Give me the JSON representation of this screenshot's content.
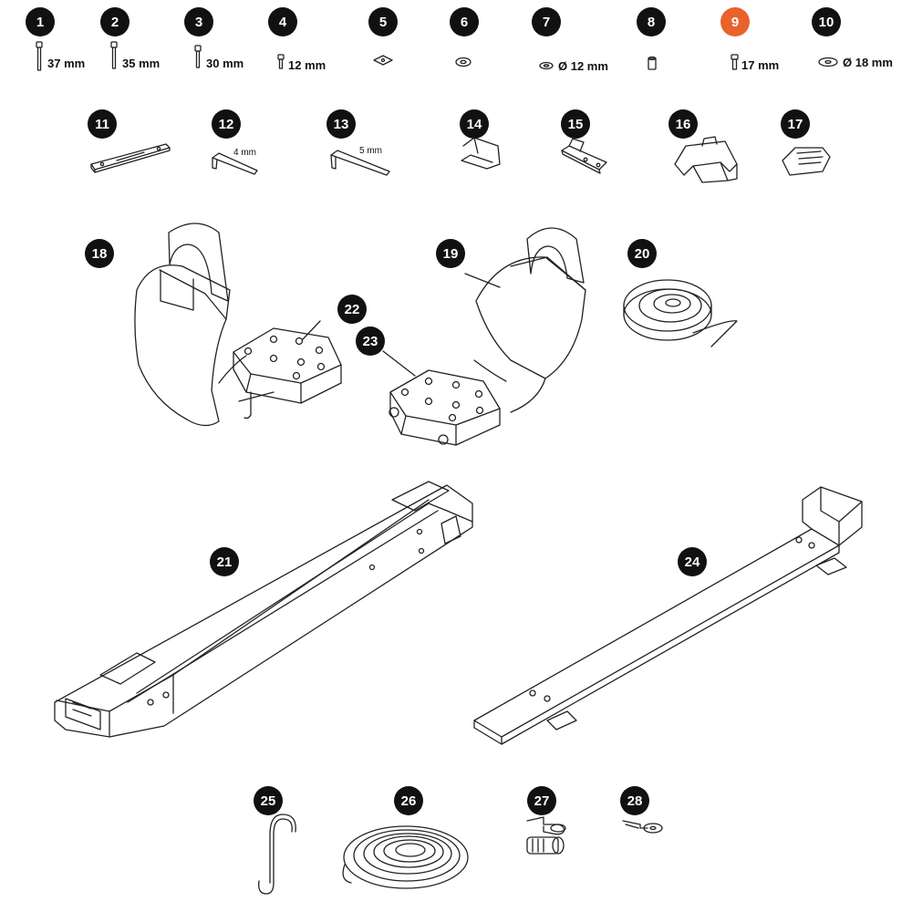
{
  "badges": [
    {
      "id": "1"
    },
    {
      "id": "2"
    },
    {
      "id": "3"
    },
    {
      "id": "4"
    },
    {
      "id": "5"
    },
    {
      "id": "6"
    },
    {
      "id": "7"
    },
    {
      "id": "8"
    },
    {
      "id": "9"
    },
    {
      "id": "10"
    },
    {
      "id": "11"
    },
    {
      "id": "12"
    },
    {
      "id": "13"
    },
    {
      "id": "14"
    },
    {
      "id": "15"
    },
    {
      "id": "16"
    },
    {
      "id": "17"
    },
    {
      "id": "18"
    },
    {
      "id": "19"
    },
    {
      "id": "20"
    },
    {
      "id": "21"
    },
    {
      "id": "22"
    },
    {
      "id": "23"
    },
    {
      "id": "24"
    },
    {
      "id": "25"
    },
    {
      "id": "26"
    },
    {
      "id": "27"
    },
    {
      "id": "28"
    }
  ],
  "labels": {
    "p1": "37 mm",
    "p2": "35 mm",
    "p3": "30 mm",
    "p4": "12 mm",
    "p7": "Ø 12 mm",
    "p9": "17 mm",
    "p10": "Ø 18 mm",
    "p12": "4 mm",
    "p13": "5 mm"
  },
  "colors": {
    "badge": "#111111",
    "highlight": "#e8622c",
    "line": "#222222"
  }
}
